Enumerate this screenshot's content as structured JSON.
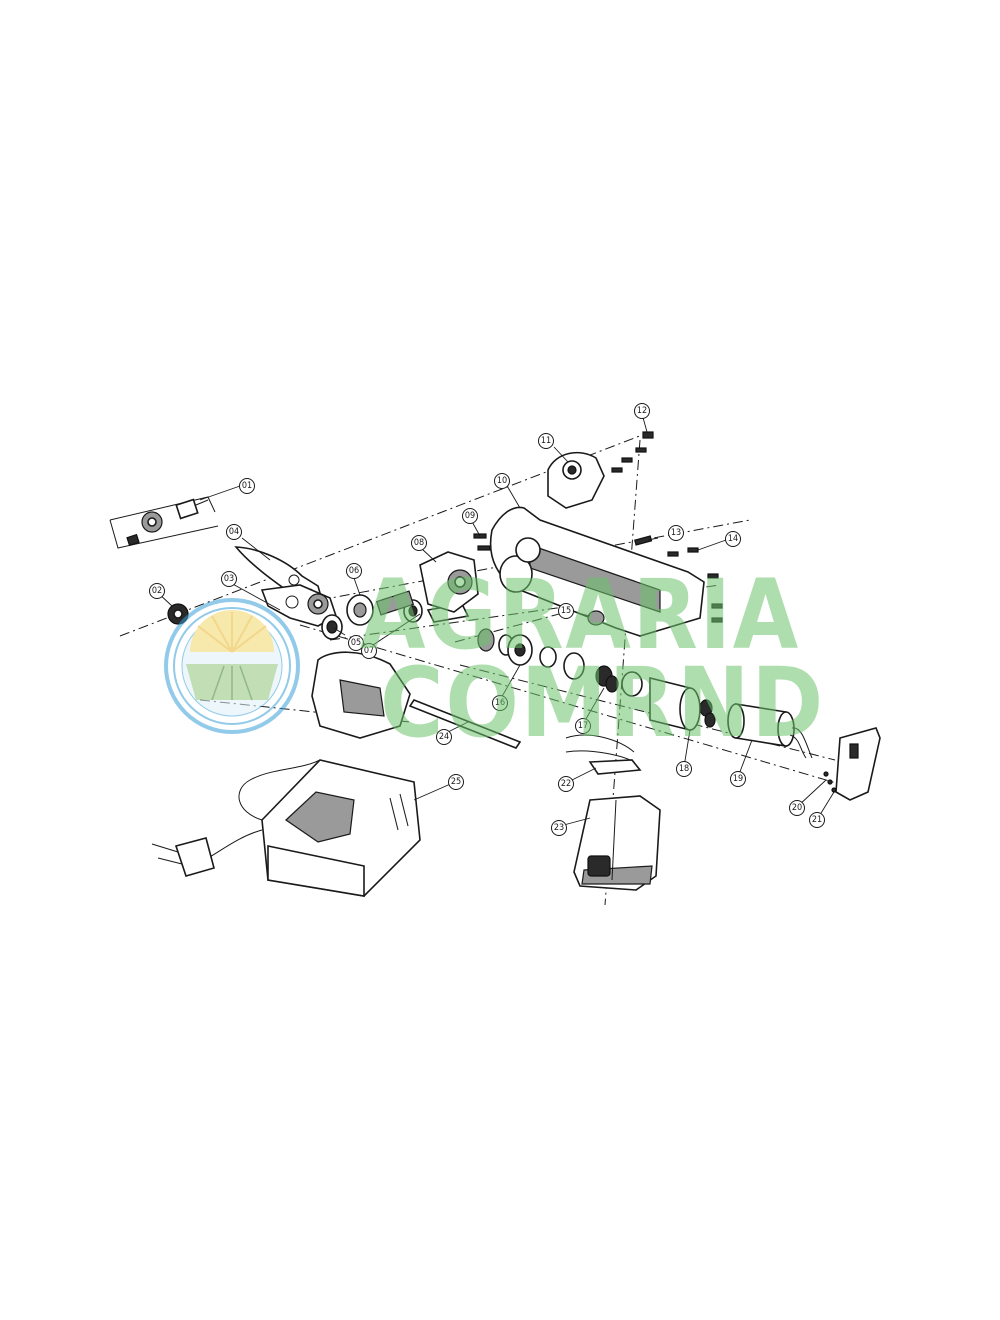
{
  "callouts": [
    "01",
    "02",
    "03",
    "04",
    "05",
    "06",
    "07",
    "08",
    "09",
    "10",
    "11",
    "12",
    "13",
    "14",
    "15",
    "16",
    "17",
    "18",
    "19",
    "20",
    "21",
    "22",
    "23",
    "24",
    "25"
  ],
  "watermark": {
    "line1": "AGRARIA",
    "line2": "COMRND",
    "color": "#6cc26c"
  },
  "seal": {
    "color": "#3aa0d8"
  }
}
